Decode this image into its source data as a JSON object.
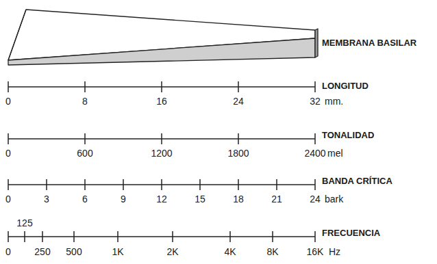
{
  "diagram": {
    "labels": [
      "MEMBRANA BASILAR",
      "LONGITUD",
      "0",
      "8",
      "16",
      "24",
      "32",
      "mm.",
      "TONALIDAD",
      "0",
      "600",
      "1200",
      "1800",
      "2400",
      "mel",
      "BANDA CRÍTICA",
      "0",
      "3",
      "6",
      "9",
      "12",
      "15",
      "18",
      "21",
      "24",
      "bark",
      "FRECUENCIA",
      "125",
      "0",
      "250",
      "500",
      "1K",
      "2K",
      "4K",
      "8K",
      "16K",
      "Hz"
    ]
  }
}
